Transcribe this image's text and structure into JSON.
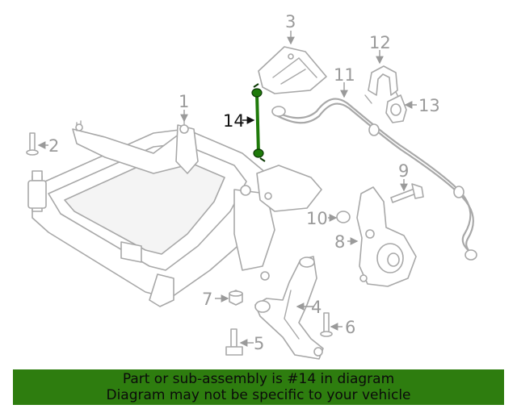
{
  "callouts": {
    "c1": "1",
    "c2": "2",
    "c3": "3",
    "c4": "4",
    "c5": "5",
    "c6": "6",
    "c7": "7",
    "c8": "8",
    "c9": "9",
    "c10": "10",
    "c11": "11",
    "c12": "12",
    "c13": "13",
    "c14": "14"
  },
  "highlight_part": "14",
  "colors": {
    "highlight": "#1f7a0a",
    "banner": "#2e7d0f",
    "line_art": "#a8a8a8"
  },
  "banner": {
    "line1": "Part or sub-assembly is #14 in diagram",
    "line2": "Diagram may not be specific to your vehicle"
  }
}
